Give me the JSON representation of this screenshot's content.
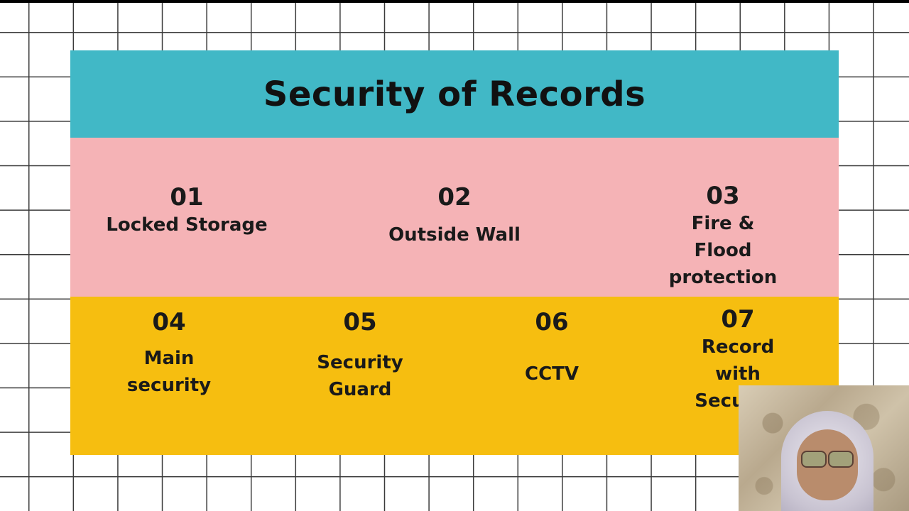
{
  "slide": {
    "title": "Security of Records",
    "top_items": [
      {
        "num": "01",
        "label_lines": [
          "Locked Storage"
        ]
      },
      {
        "num": "02",
        "label_lines": [
          "Outside Wall"
        ]
      },
      {
        "num": "03",
        "label_lines": [
          "Fire & Flood",
          "protection"
        ]
      }
    ],
    "bottom_items": [
      {
        "num": "04",
        "label_lines": [
          "Main",
          "security"
        ]
      },
      {
        "num": "05",
        "label_lines": [
          "Security",
          "Guard"
        ]
      },
      {
        "num": "06",
        "label_lines": [
          "CCTV"
        ]
      },
      {
        "num": "07",
        "label_lines": [
          "Record with",
          "Security"
        ]
      }
    ]
  },
  "colors": {
    "header": "#41b8c6",
    "pink_band": "#f5b3b6",
    "yellow_band": "#f6be10",
    "text": "#1a1a1a"
  }
}
